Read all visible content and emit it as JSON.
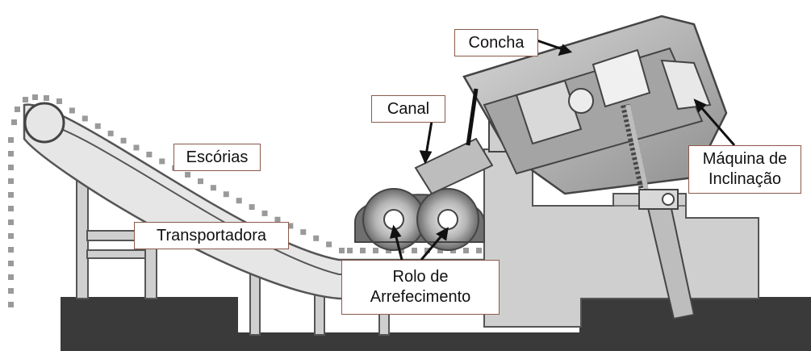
{
  "labels": {
    "concha": "Concha",
    "canal": "Canal",
    "escorias": "Escórias",
    "maquina": "Máquina de\nInclinação",
    "transportadora": "Transportadora",
    "rolo": "Rolo de\nArrefecimento"
  },
  "colors": {
    "base": "#3a3a3a",
    "body": "#cfcfcf",
    "outline": "#555555",
    "belt": "#e6e6e6",
    "slag": "#9a9a9a",
    "label_border": "#8a5a4a"
  }
}
